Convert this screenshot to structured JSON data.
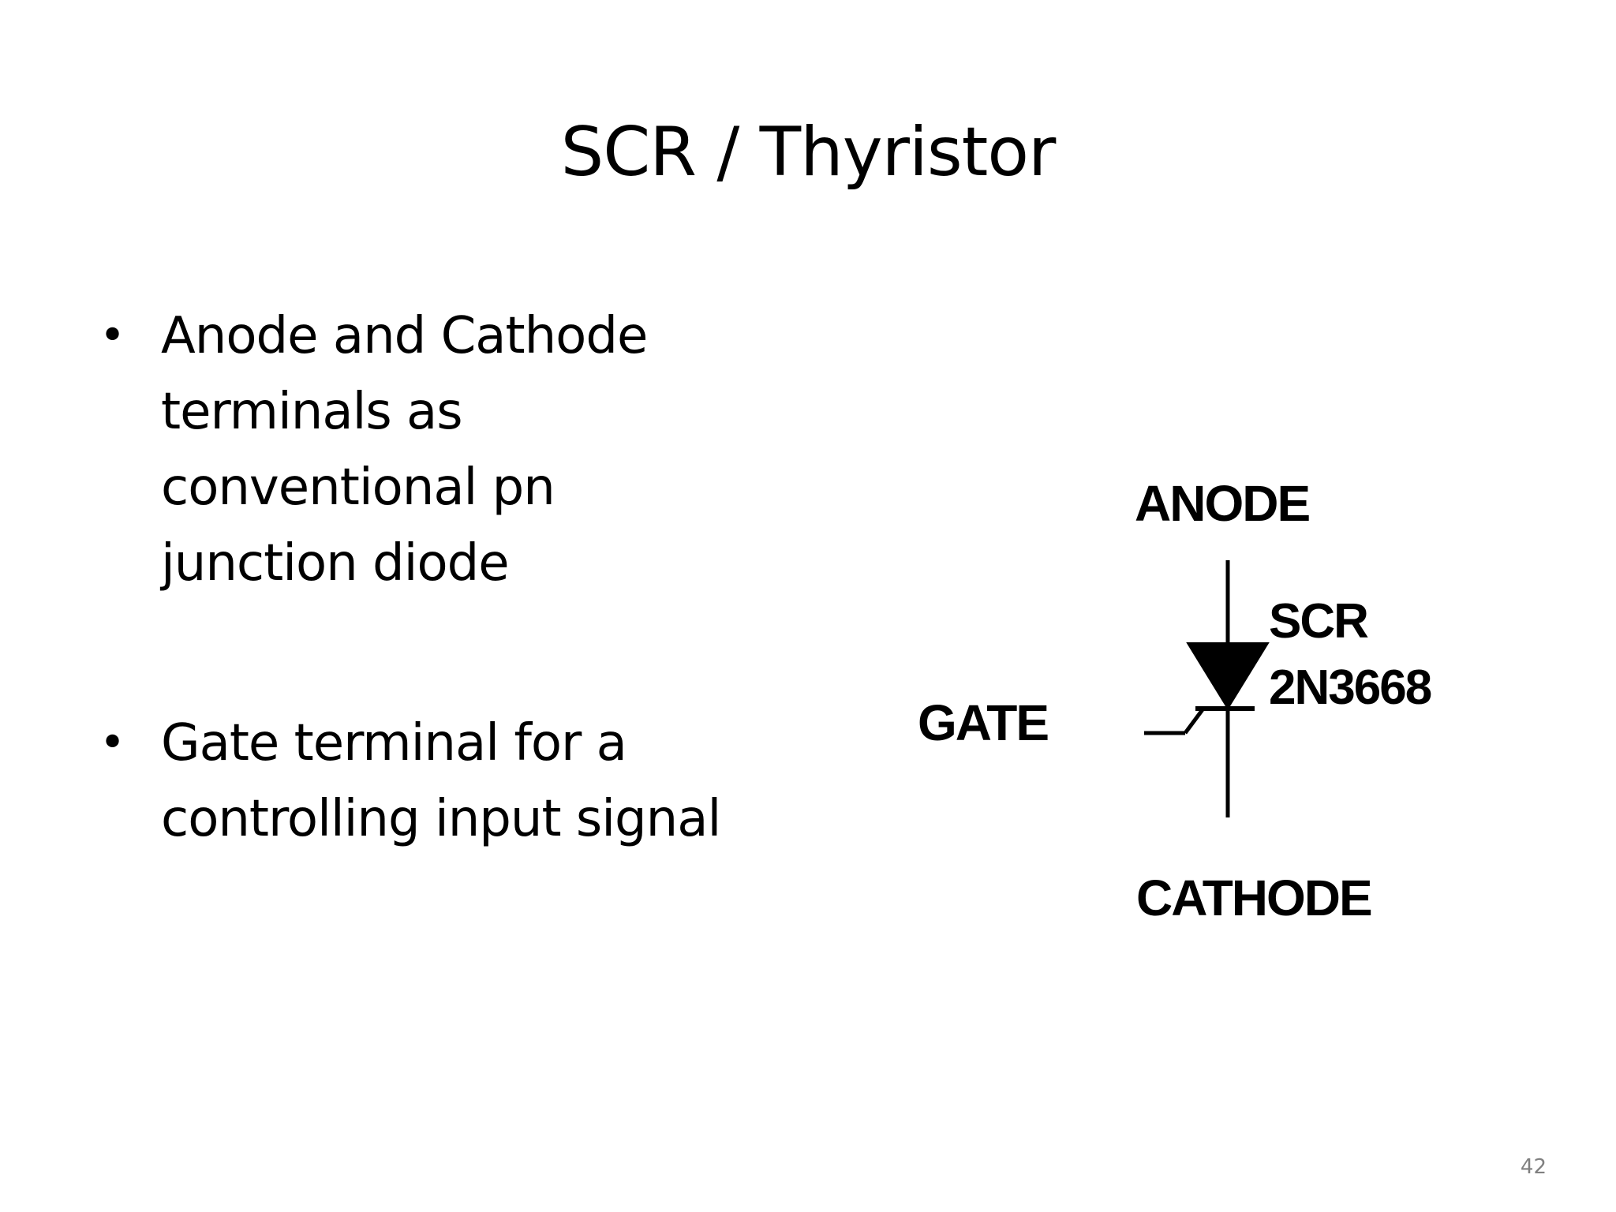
{
  "slide": {
    "title": "SCR / Thyristor",
    "bullets": [
      {
        "text": "Anode and Cathode\nterminals as\nconventional pn\njunction diode"
      },
      {
        "text": "Gate terminal for a\ncontrolling input signal"
      }
    ],
    "diagram": {
      "anode_label": "ANODE",
      "cathode_label": "CATHODE",
      "gate_label": "GATE",
      "device_type": "SCR",
      "part_number": "2N3668",
      "symbol_icon": "scr-thyristor-symbol-icon"
    },
    "page_number": "42"
  }
}
